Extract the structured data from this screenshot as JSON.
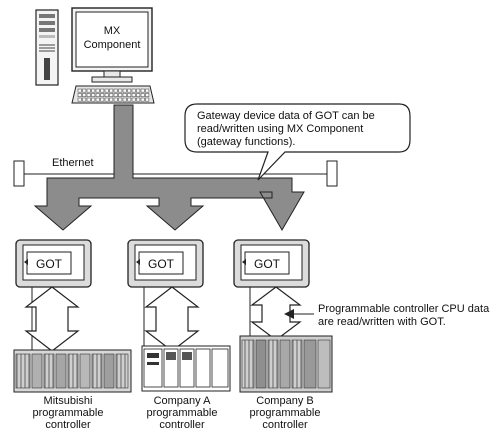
{
  "computer": {
    "screen_label_1": "MX",
    "screen_label_2": "Component"
  },
  "network": {
    "label": "Ethernet"
  },
  "callout": {
    "line1": "Gateway device data of GOT can be",
    "line2": "read/written using MX Component",
    "line3": "(gateway functions)."
  },
  "got_units": [
    {
      "label": "GOT"
    },
    {
      "label": "GOT"
    },
    {
      "label": "GOT"
    }
  ],
  "note": {
    "line1": "Programmable controller CPU data",
    "line2": "are read/written with GOT."
  },
  "controllers": [
    {
      "line1": "Mitsubishi",
      "line2": "programmable",
      "line3": "controller"
    },
    {
      "line1": "Company A",
      "line2": "programmable",
      "line3": "controller"
    },
    {
      "line1": "Company B",
      "line2": "programmable",
      "line3": "controller"
    }
  ],
  "colors": {
    "arrow_fill": "#8c8c8c",
    "outline": "#222222",
    "got_frame": "#dcdcdc"
  }
}
